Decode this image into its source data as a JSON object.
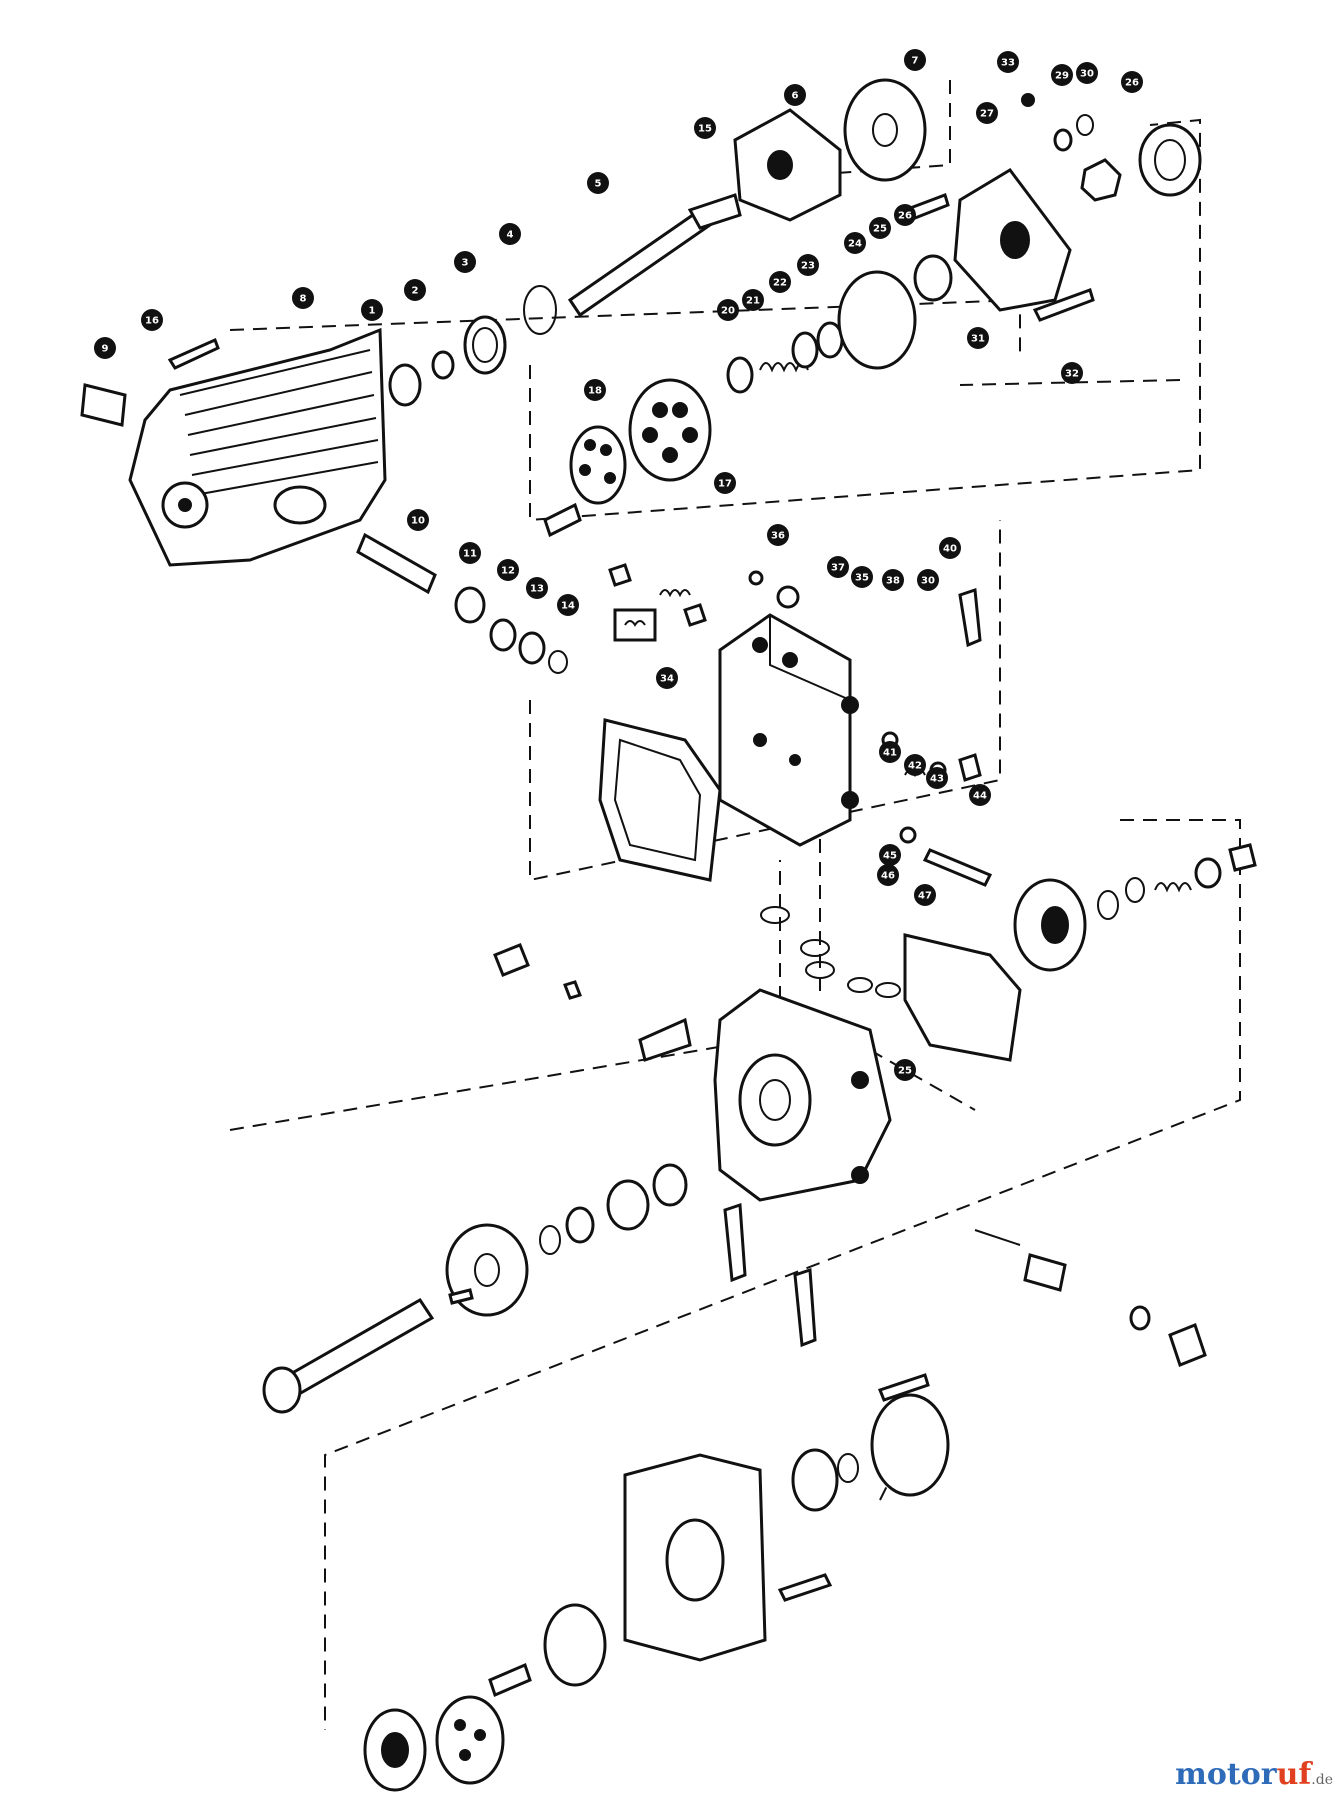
{
  "watermark": {
    "part1": "motor",
    "part2": "uf",
    "part3": ".de"
  },
  "colors": {
    "ink": "#111111",
    "paper": "#ffffff",
    "brand_blue": "#2e6bb8",
    "brand_red": "#e0401f"
  },
  "callouts": [
    {
      "id": "1",
      "label": "1"
    },
    {
      "id": "2",
      "label": "2"
    },
    {
      "id": "3",
      "label": "3"
    },
    {
      "id": "4",
      "label": "4"
    },
    {
      "id": "5",
      "label": "5"
    },
    {
      "id": "6",
      "label": "6"
    },
    {
      "id": "7",
      "label": "7"
    },
    {
      "id": "8",
      "label": "8"
    },
    {
      "id": "9",
      "label": "9"
    },
    {
      "id": "10",
      "label": "10"
    },
    {
      "id": "11",
      "label": "11"
    },
    {
      "id": "12",
      "label": "12"
    },
    {
      "id": "13",
      "label": "13"
    },
    {
      "id": "14",
      "label": "14"
    },
    {
      "id": "15",
      "label": "15"
    },
    {
      "id": "16",
      "label": "16"
    },
    {
      "id": "17",
      "label": "17"
    },
    {
      "id": "18",
      "label": "18"
    },
    {
      "id": "20",
      "label": "20"
    },
    {
      "id": "21",
      "label": "21"
    },
    {
      "id": "22",
      "label": "22"
    },
    {
      "id": "23",
      "label": "23"
    },
    {
      "id": "24",
      "label": "24"
    },
    {
      "id": "25a",
      "label": "25"
    },
    {
      "id": "25b",
      "label": "25"
    },
    {
      "id": "26a",
      "label": "26"
    },
    {
      "id": "26b",
      "label": "26"
    },
    {
      "id": "27",
      "label": "27"
    },
    {
      "id": "29",
      "label": "29"
    },
    {
      "id": "30a",
      "label": "30"
    },
    {
      "id": "30b",
      "label": "30"
    },
    {
      "id": "31",
      "label": "31"
    },
    {
      "id": "32",
      "label": "32"
    },
    {
      "id": "33",
      "label": "33"
    },
    {
      "id": "34",
      "label": "34"
    },
    {
      "id": "35",
      "label": "35"
    },
    {
      "id": "36",
      "label": "36"
    },
    {
      "id": "37",
      "label": "37"
    },
    {
      "id": "38",
      "label": "38"
    },
    {
      "id": "40",
      "label": "40"
    },
    {
      "id": "41",
      "label": "41"
    },
    {
      "id": "42",
      "label": "42"
    },
    {
      "id": "43",
      "label": "43"
    },
    {
      "id": "44",
      "label": "44"
    },
    {
      "id": "45",
      "label": "45"
    },
    {
      "id": "46",
      "label": "46"
    },
    {
      "id": "47",
      "label": "47"
    }
  ]
}
